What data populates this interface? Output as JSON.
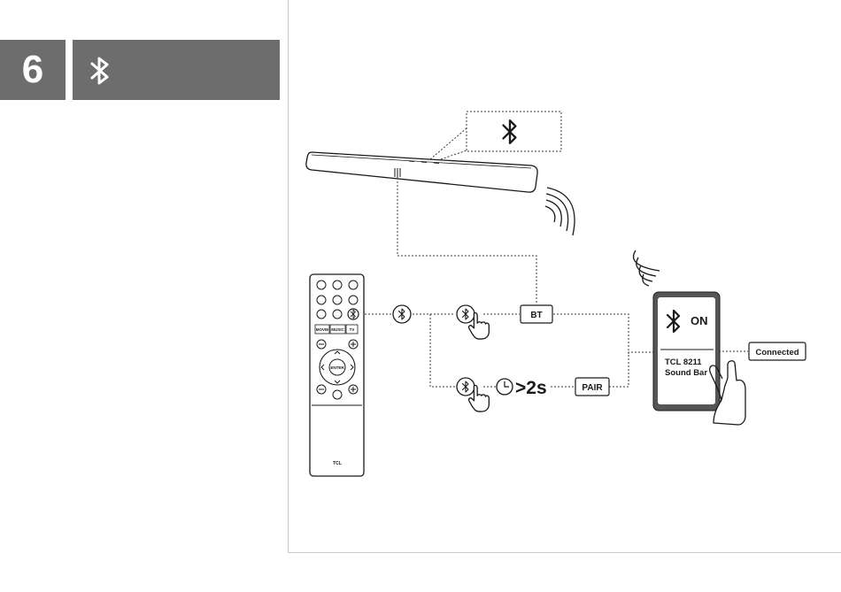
{
  "header": {
    "step_number": "6",
    "title_icon": "bluetooth-icon"
  },
  "remote": {
    "buttons": [
      "MOVIE",
      "MUSIC",
      "TV"
    ],
    "nav_center": "ENTER",
    "brand": "TCL"
  },
  "flow": {
    "bt_label": "BT",
    "pair_label": "PAIR",
    "hold_duration": ">2s",
    "phone_status": "ON",
    "device_name_line1": "TCL 8211",
    "device_name_line2": "Sound Bar",
    "result_label": "Connected"
  },
  "colors": {
    "header_bg": "#6d6d6d",
    "line": "#3a3a3a",
    "divider": "#c9c9c9"
  }
}
